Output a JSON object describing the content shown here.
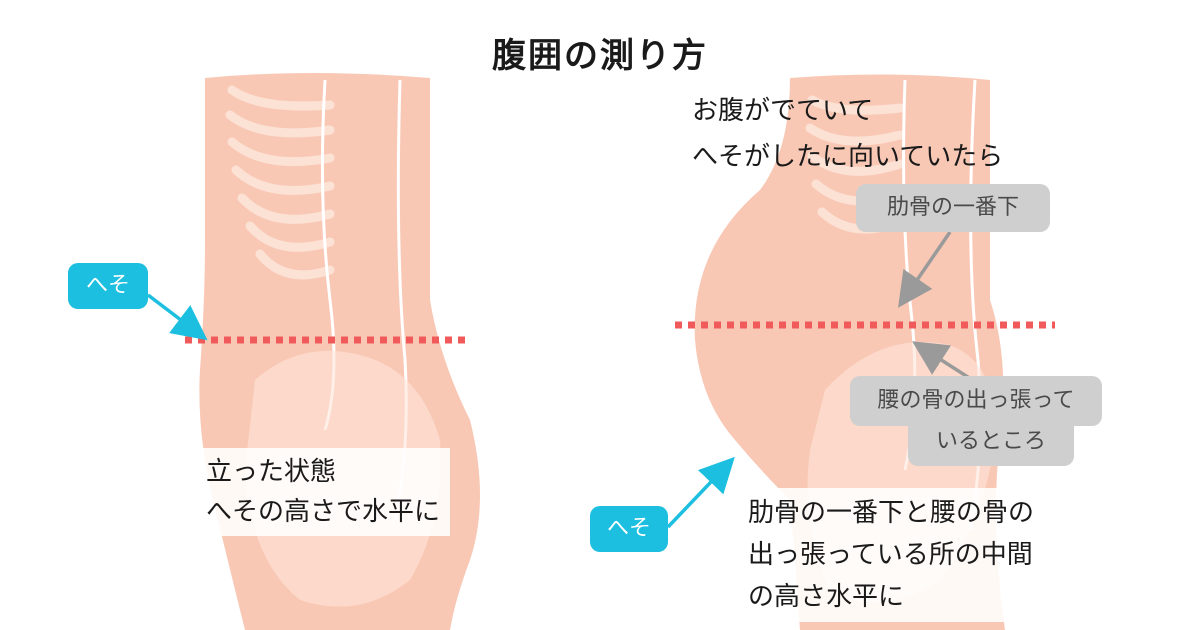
{
  "title": "腹囲の測り方",
  "colors": {
    "body": "#f9c8b5",
    "bone": "#fde4d9",
    "accent_cyan": "#1cbfdf",
    "dash_red": "#f05a5a",
    "label_gray": "#cfcfcf",
    "arrow_gray": "#9a9a9a"
  },
  "left": {
    "navel_label": "へそ",
    "caption_line1": "立った状態",
    "caption_line2": "へその高さで水平に"
  },
  "right": {
    "condition_line1": "お腹がでていて",
    "condition_line2": "へそがしたに向いていたら",
    "rib_label": "肋骨の一番下",
    "hip_label_line1": "腰の骨の出っ張って",
    "hip_label_line2": "いるところ",
    "navel_label": "へそ",
    "caption_line1": "肋骨の一番下と腰の骨の",
    "caption_line2": "出っ張っている所の中間",
    "caption_line3": "の高さ水平に"
  }
}
